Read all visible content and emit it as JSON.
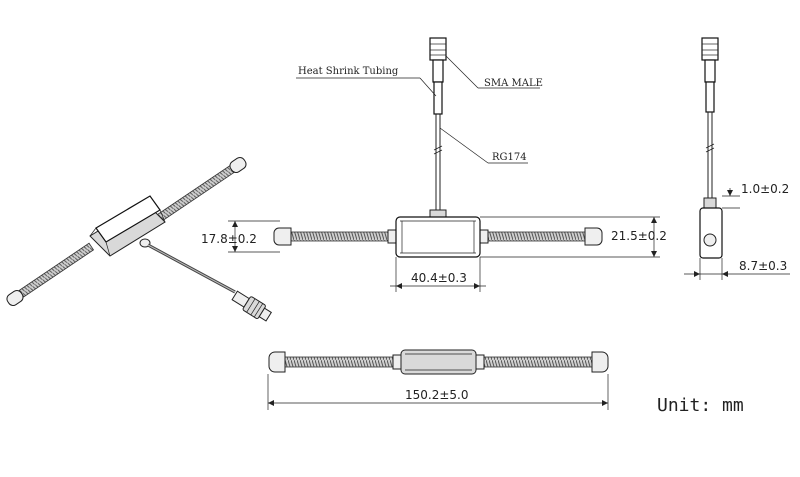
{
  "labels": {
    "heat_shrink": "Heat Shrink Tubing",
    "sma_male": "SMA MALE",
    "cable": "RG174"
  },
  "dimensions": {
    "left_height": "17.8±0.2",
    "right_height": "21.5±0.2",
    "body_width": "40.4±0.3",
    "total_length": "150.2±5.0",
    "side_top": "1.0±0.2",
    "side_width": "8.7±0.3"
  },
  "unit": "Unit: mm"
}
